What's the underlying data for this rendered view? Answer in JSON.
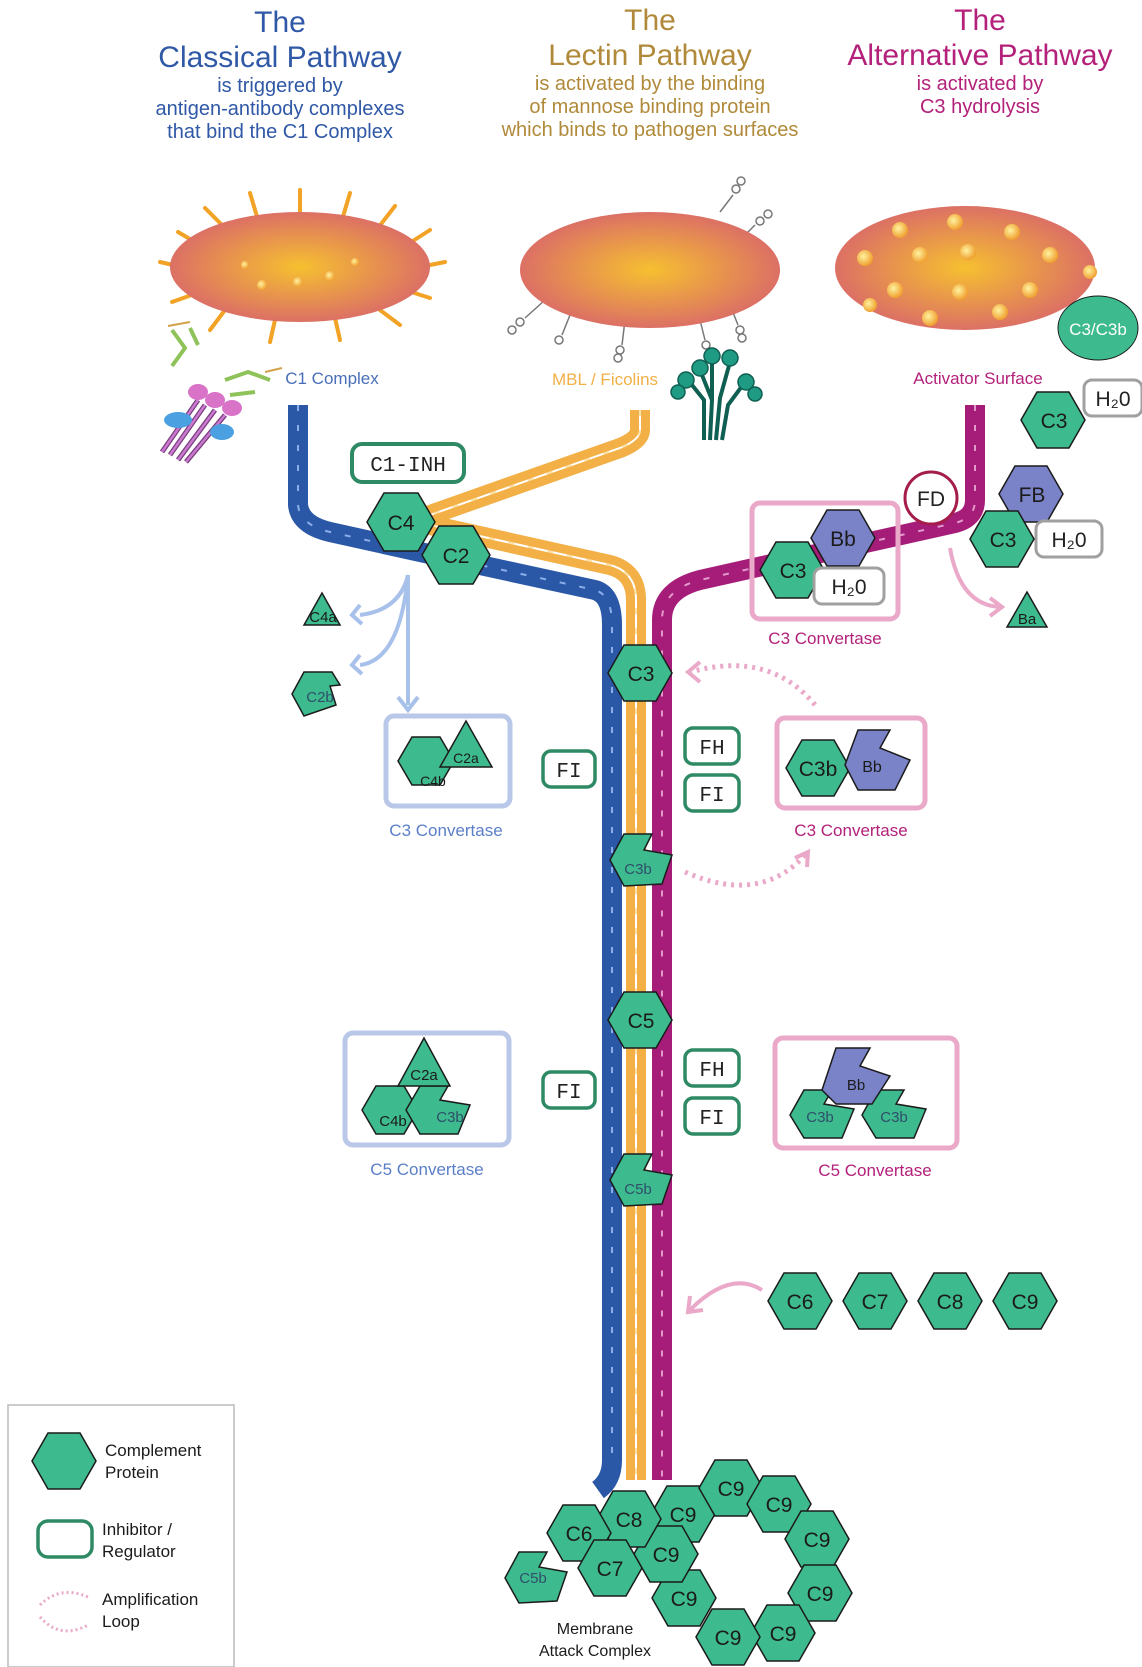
{
  "colors": {
    "classical": "#2f58a6",
    "lectin": "#b08a3a",
    "alternative": "#b3217a",
    "protein": "#3dbb8e",
    "protein_stroke": "#1b1b1b",
    "regulator": "#2e8a64",
    "classical_band": "#2a58a6",
    "lectin_band": "#f2b046",
    "alt_band": "#a51d79",
    "conv_classical": "#b9c7e8",
    "conv_alt": "#eaa9c9",
    "purple_piece": "#7a82c8"
  },
  "headers": {
    "classical": {
      "the": "The",
      "name": "Classical Pathway",
      "line1": "is triggered by",
      "line2": "antigen-antibody complexes",
      "line3": "that bind the C1 Complex"
    },
    "lectin": {
      "the": "The",
      "name": "Lectin Pathway",
      "line1": "is activated by the binding",
      "line2": "of mannose binding protein",
      "line3": "which binds to pathogen surfaces"
    },
    "alternative": {
      "the": "The",
      "name": "Alternative Pathway",
      "line1": "is activated by",
      "line2": "C3 hydrolysis"
    }
  },
  "labels": {
    "c1_complex": "C1 Complex",
    "mbl": "MBL / Ficolins",
    "activator_surface": "Activator Surface",
    "c3c3b": "C3/C3b",
    "c3_convertase": "C3 Convertase",
    "c5_convertase": "C5 Convertase",
    "mac_line1": "Membrane",
    "mac_line2": "Attack Complex"
  },
  "proteins": {
    "c4": "C4",
    "c2": "C2",
    "c4a": "C4a",
    "c2b": "C2b",
    "c2a": "C2a",
    "c4b": "C4b",
    "c3": "C3",
    "c3b": "C3b",
    "c5": "C5",
    "c5b": "C5b",
    "bb": "Bb",
    "fb": "FB",
    "fd": "FD",
    "ba": "Ba",
    "h2o": "H₂0",
    "c6": "C6",
    "c7": "C7",
    "c8": "C8",
    "c9": "C9"
  },
  "regulators": {
    "c1inh": "C1-INH",
    "fi": "FI",
    "fh": "FH"
  },
  "legend": {
    "complement_line1": "Complement",
    "complement_line2": "Protein",
    "inhibitor_line1": "Inhibitor /",
    "inhibitor_line2": "Regulator",
    "amp_line1": "Amplification",
    "amp_line2": "Loop"
  }
}
